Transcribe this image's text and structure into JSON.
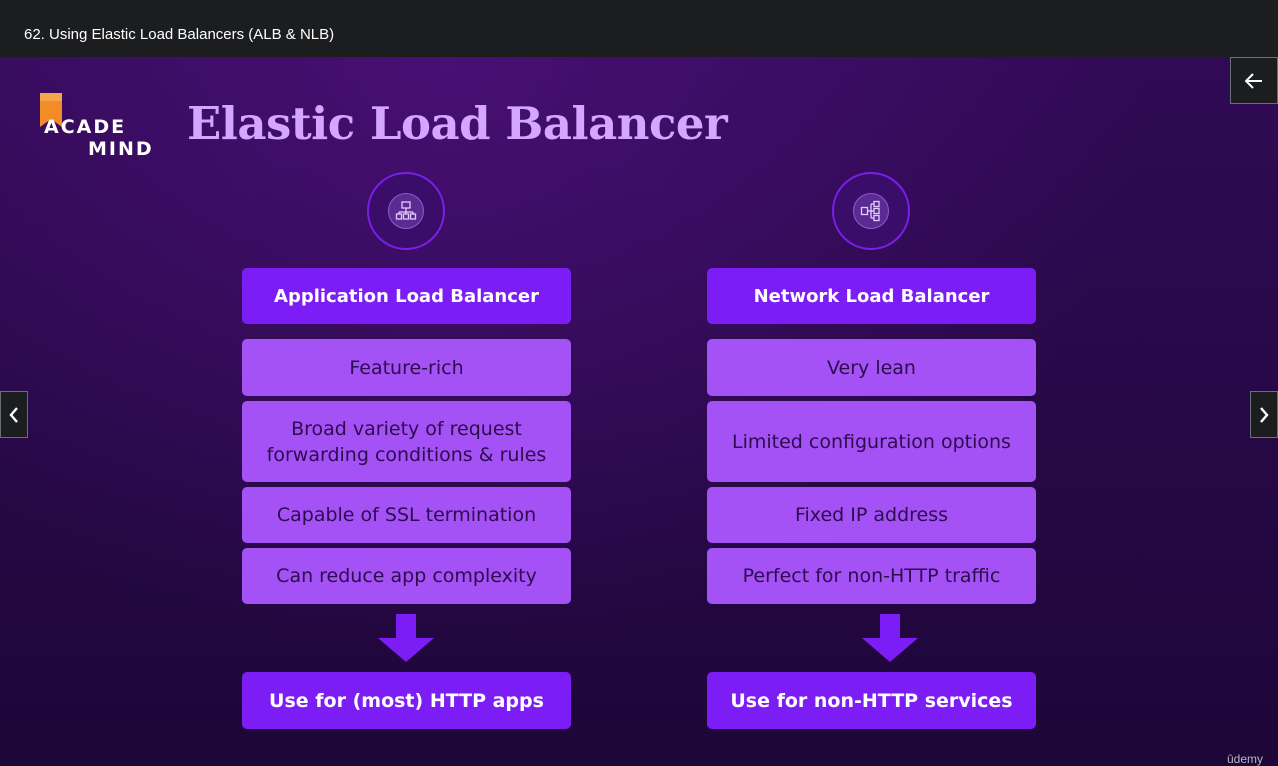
{
  "header": {
    "lecture_title": "62. Using Elastic Load Balancers (ALB & NLB)"
  },
  "slide": {
    "logo_line1": "ACADE",
    "logo_line2": "MIND",
    "title": "Elastic Load Balancer",
    "columns": [
      {
        "icon": "load-balancer-hierarchy-icon",
        "header": "Application Load Balancer",
        "features": [
          "Feature-rich",
          "Broad variety of request forwarding conditions & rules",
          "Capable of SSL termination",
          "Can reduce app complexity"
        ],
        "result": "Use for (most) HTTP apps"
      },
      {
        "icon": "network-fanout-icon",
        "header": "Network Load Balancer",
        "features": [
          "Very lean",
          "Limited configuration options",
          "Fixed IP address",
          "Perfect for non-HTTP traffic"
        ],
        "result": "Use for non-HTTP services"
      }
    ]
  },
  "controls": {
    "back_icon": "arrow-left-icon",
    "prev_icon": "chevron-left-icon",
    "next_icon": "chevron-right-icon"
  },
  "watermark": "ûdemy",
  "colors": {
    "accent_purple": "#7c1df5",
    "feature_purple": "#a451f5",
    "title_lavender": "#d5a6ff",
    "logo_orange": "#f28c28"
  }
}
